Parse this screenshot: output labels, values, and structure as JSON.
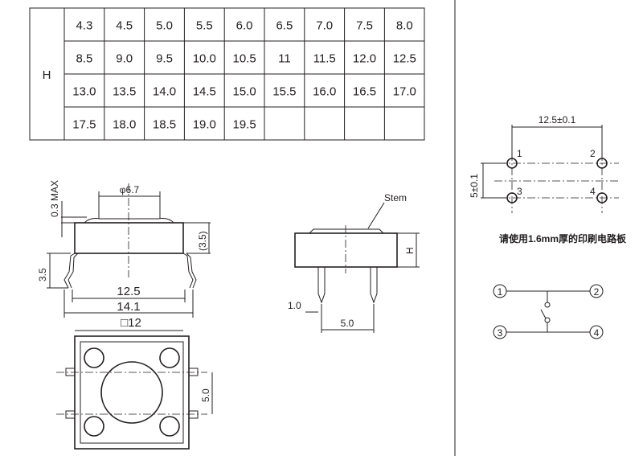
{
  "height_table": {
    "row_label": "H",
    "rows": [
      [
        "4.3",
        "4.5",
        "5.0",
        "5.5",
        "6.0",
        "6.5",
        "7.0",
        "7.5",
        "8.0"
      ],
      [
        "8.5",
        "9.0",
        "9.5",
        "10.0",
        "10.5",
        "11",
        "11.5",
        "12.0",
        "12.5"
      ],
      [
        "13.0",
        "13.5",
        "14.0",
        "14.5",
        "15.0",
        "15.5",
        "16.0",
        "16.5",
        "17.0"
      ],
      [
        "17.5",
        "18.0",
        "18.5",
        "19.0",
        "19.5",
        "",
        "",
        "",
        ""
      ]
    ]
  },
  "side_view": {
    "max_label": "0.3 MAX",
    "stem_diameter": "φ6.7",
    "body_height": "(3.5)",
    "lead_height": "3.5",
    "pin_span": "12.5",
    "overall_width": "14.1",
    "body_square": "□12"
  },
  "top_view": {
    "pin_pitch": "5.0"
  },
  "end_view": {
    "stem_label": "Stem",
    "height_label": "H",
    "lead_thickness": "1.0",
    "pin_pitch": "5.0"
  },
  "pcb_layout": {
    "horizontal_pitch": "12.5±0.1",
    "vertical_pitch": "5±0.1",
    "pins": [
      "1",
      "2",
      "3",
      "4"
    ],
    "note": "请使用1.6mm厚的印刷电路板"
  },
  "circuit": {
    "terminals": [
      "1",
      "2",
      "3",
      "4"
    ]
  }
}
